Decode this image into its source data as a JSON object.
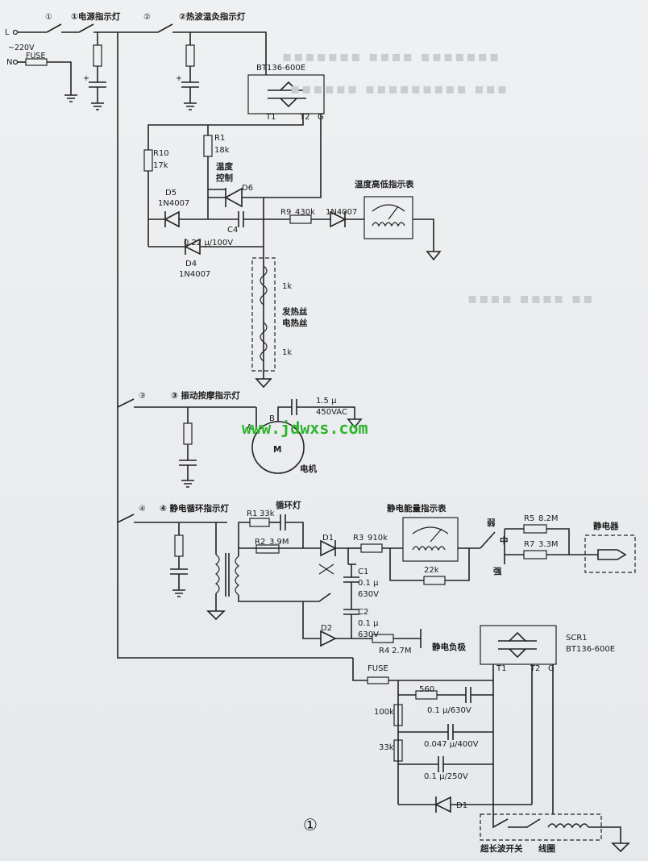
{
  "power": {
    "l": "L",
    "n": "N",
    "voltage": "~220V",
    "fuse": "FUSE"
  },
  "switches": {
    "s1_top": "①",
    "s1_lamp": "①电源指示灯",
    "s2_top": "②",
    "s2_lamp": "②热波温灸指示灯",
    "s3_left": "③",
    "s3_lamp": "③ 振动按摩指示灯",
    "s4_left": "④",
    "s4_lamp": "④ 静电循环指示灯"
  },
  "triac_top": {
    "name": "BT136-600E",
    "t1": "T1",
    "t2": "T2",
    "g": "G"
  },
  "components": {
    "r1": "R1",
    "r1_val": "18k",
    "r10": "R10",
    "r10_val": "17k",
    "temp_ctrl_1": "温度",
    "temp_ctrl_2": "控制",
    "d6": "D6",
    "d5": "D5",
    "d5_val": "1N4007",
    "c4": "C4",
    "c4_val": "0.22 μ/100V",
    "d4": "D4",
    "d4_val": "1N4007",
    "r9": "R9",
    "r9_val": "430k",
    "d_meter": "1N4007",
    "temp_meter": "温度高低指示表",
    "heater_1k_a": "1k",
    "heater_1k_b": "1k",
    "heater_label_1": "发热丝",
    "heater_label_2": "电热丝",
    "motor_cap_1": "1.5 μ",
    "motor_cap_2": "450VAC",
    "motor_a": "A",
    "motor_b": "B",
    "motor_m": "M",
    "motor_label": "电机",
    "r1b": "R1",
    "r1b_val": "33k",
    "loop_lamp": "循环灯",
    "r2": "R2",
    "r2_val": "3.9M",
    "d1": "D1",
    "d2": "D2",
    "r3": "R3",
    "r3_val": "910k",
    "c1": "C1",
    "c1_val_1": "0.1 μ",
    "c1_val_2": "630V",
    "c2": "C2",
    "c2_val_1": "0.1 μ",
    "c2_val_2": "630V",
    "r4": "R4",
    "r4_val": "2.7M",
    "neg_pole": "静电负极",
    "energy_meter": "静电能量指示表",
    "r_22k": "22k",
    "weak": "弱",
    "mid": "中",
    "strong": "强",
    "r5": "R5",
    "r5_val": "8.2M",
    "r7": "R7",
    "r7_val": "3.3M",
    "static_dev": "静电器",
    "fuse2": "FUSE",
    "scr1": "SCR1",
    "scr1_val": "BT136-600E",
    "scr_t1": "T1",
    "scr_t2": "T2",
    "scr_g": "G",
    "r_560": "560",
    "c_01_630": "0.1 μ/630V",
    "r_100k": "100k",
    "c_047": "0.047 μ/400V",
    "r_33k": "33k",
    "c_01_250": "0.1 μ/250V",
    "d1b": "D1",
    "ultra_switch": "超长波开关",
    "coil": "线圈"
  },
  "figure_number": "①",
  "watermark": "www.jdwxs.com"
}
